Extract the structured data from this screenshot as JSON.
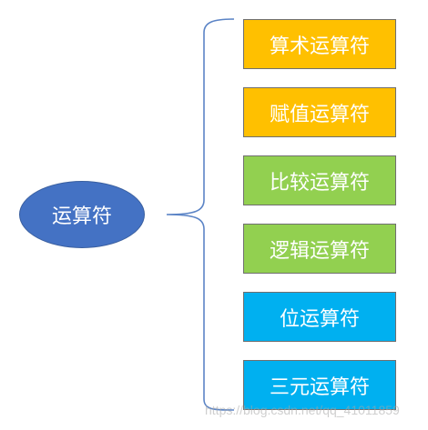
{
  "root": {
    "label": "运算符",
    "color": "#4472c4"
  },
  "children": [
    {
      "label": "算术运算符",
      "color": "#ffc000"
    },
    {
      "label": "赋值运算符",
      "color": "#ffc000"
    },
    {
      "label": "比较运算符",
      "color": "#92d050"
    },
    {
      "label": "逻辑运算符",
      "color": "#92d050"
    },
    {
      "label": "位运算符",
      "color": "#00b0f0"
    },
    {
      "label": "三元运算符",
      "color": "#00b0f0"
    }
  ],
  "watermark": "https://blog.csdn.net/qq_41011859"
}
